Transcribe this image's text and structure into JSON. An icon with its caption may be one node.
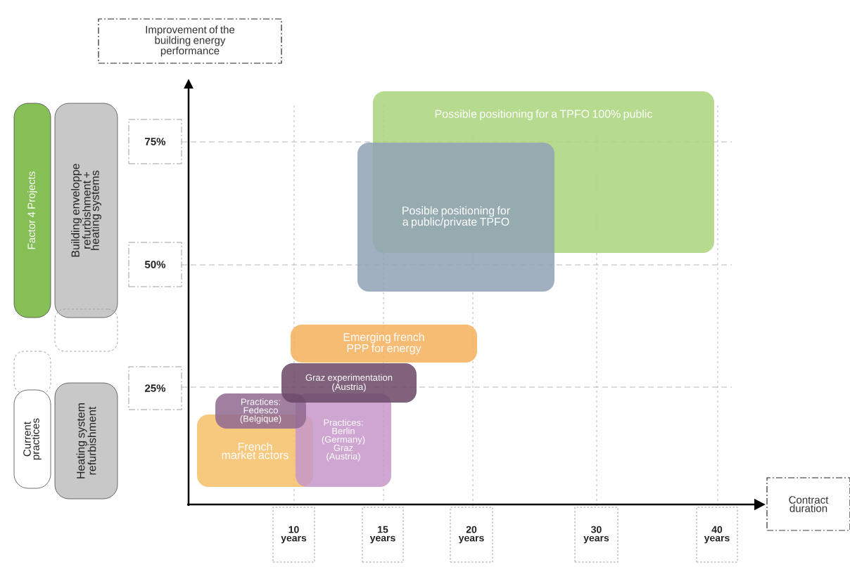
{
  "diagram": {
    "nodes": [
      {
        "text": [
          "Improvement of the building energy performance"
        ]
      },
      {
        "text": [
          "Factor 4 Projects"
        ]
      },
      {
        "text": [
          "Building enveloppe refurbishment + heating systems"
        ]
      },
      {
        "text": [
          "75%"
        ]
      },
      {
        "text": [
          "Possible positioning for a TPFO 100% public"
        ]
      },
      {
        "text": [
          "Posible positioning for a public/private TPFO"
        ]
      },
      {
        "text": [
          "50%"
        ]
      },
      {
        "text": [],
        "shape": "box"
      },
      {
        "text": [
          "Emerging french PPP for energy"
        ]
      },
      {
        "text": [],
        "shape": "box"
      },
      {
        "text": [
          "Graz experimentation (Austria)"
        ]
      },
      {
        "text": [
          "25%"
        ]
      },
      {
        "text": [
          "Practices: Fedesco (Belgique)"
        ]
      },
      {
        "text": [
          "Current practices"
        ]
      },
      {
        "text": [
          "Heating system refurbishment"
        ]
      },
      {
        "text": [
          "Practices: Berlin (Germany) Graz (Austria)"
        ]
      },
      {
        "text": [
          "French market actors"
        ]
      },
      {
        "text": [
          "Contract duration"
        ]
      },
      {
        "text": [
          "10 years"
        ]
      },
      {
        "text": [
          "15 years"
        ]
      },
      {
        "text": [
          "20 years"
        ]
      },
      {
        "text": [
          "30 years"
        ]
      },
      {
        "text": [
          "40 years"
        ]
      }
    ],
    "edges": []
  }
}
